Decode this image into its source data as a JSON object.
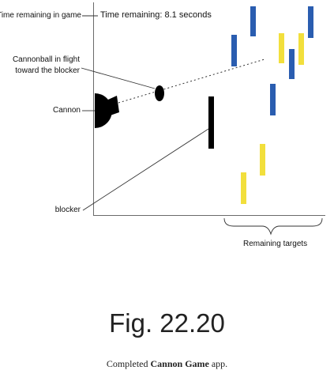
{
  "callouts": {
    "time_remaining": "Time remaining in game",
    "cannonball_line1": "Cannonball in flight",
    "cannonball_line2": "toward the blocker",
    "cannon": "Cannon",
    "blocker": "blocker",
    "remaining_targets": "Remaining targets"
  },
  "game": {
    "time_label": "Time remaining: 8.1 seconds"
  },
  "colors": {
    "target_blue": "#2a5db0",
    "target_yellow": "#f2df3c",
    "blocker": "#000000",
    "cannon": "#000000"
  },
  "figure": {
    "caption": "Fig. 22.20",
    "desc_prefix": "Completed ",
    "desc_app": "Cannon Game",
    "desc_suffix": " app."
  }
}
